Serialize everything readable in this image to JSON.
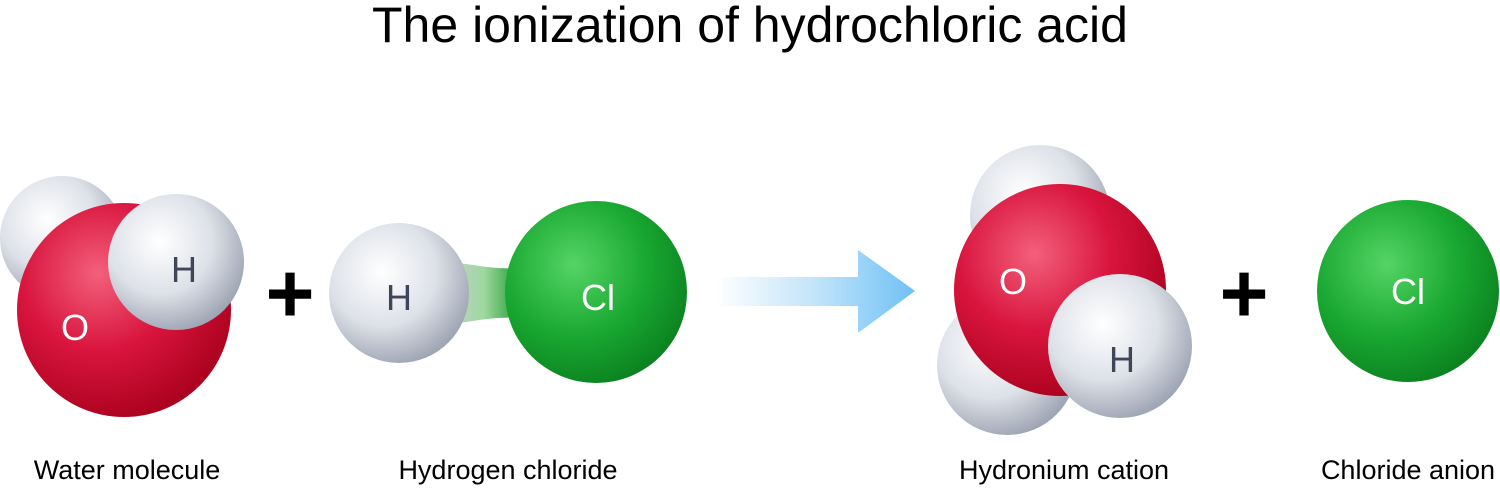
{
  "title": "The ionization of hydrochloric acid",
  "atoms": {
    "oxygen": "O",
    "hydrogen": "H",
    "chlorine": "Cl"
  },
  "operators": {
    "plus": "+"
  },
  "captions": {
    "water": "Water molecule",
    "hydrogen_chloride": "Hydrogen chloride",
    "hydronium": "Hydronium cation",
    "chloride": "Chloride anion"
  },
  "colors": {
    "oxygen": "#d0103a",
    "hydrogen": "#dfe3ea",
    "chlorine": "#1aa832",
    "arrow": "#6fc1f5"
  }
}
